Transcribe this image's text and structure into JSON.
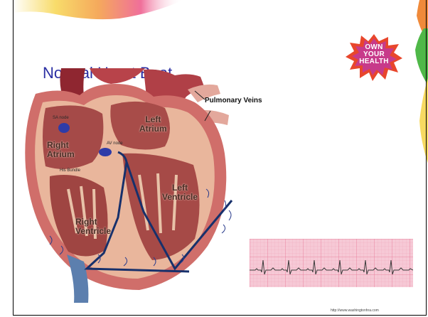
{
  "slide": {
    "title": "Normal Heart Beat",
    "source_url": "http://www.washingtonhra.com"
  },
  "logo": {
    "lines": [
      "OWN",
      "YOUR",
      "HEALTH"
    ]
  },
  "diagram": {
    "labels": {
      "pulmonary_veins": "Pulmonary Veins",
      "left_atrium": "Left\nAtrium",
      "right_atrium": "Right\nAtrium",
      "left_ventricle": "Left\nVentricle",
      "right_ventricle": "Right\nVentricle",
      "sa_node": "SA node",
      "av_node": "AV node",
      "his_bundle": "His Bundle"
    }
  },
  "colors": {
    "title": "#2b2fa3",
    "conduction_path": "#17306b",
    "nodes": "#2e3ba8",
    "ecg_background": "#f6c9d6",
    "ecg_trace": "#3a3a3a"
  }
}
